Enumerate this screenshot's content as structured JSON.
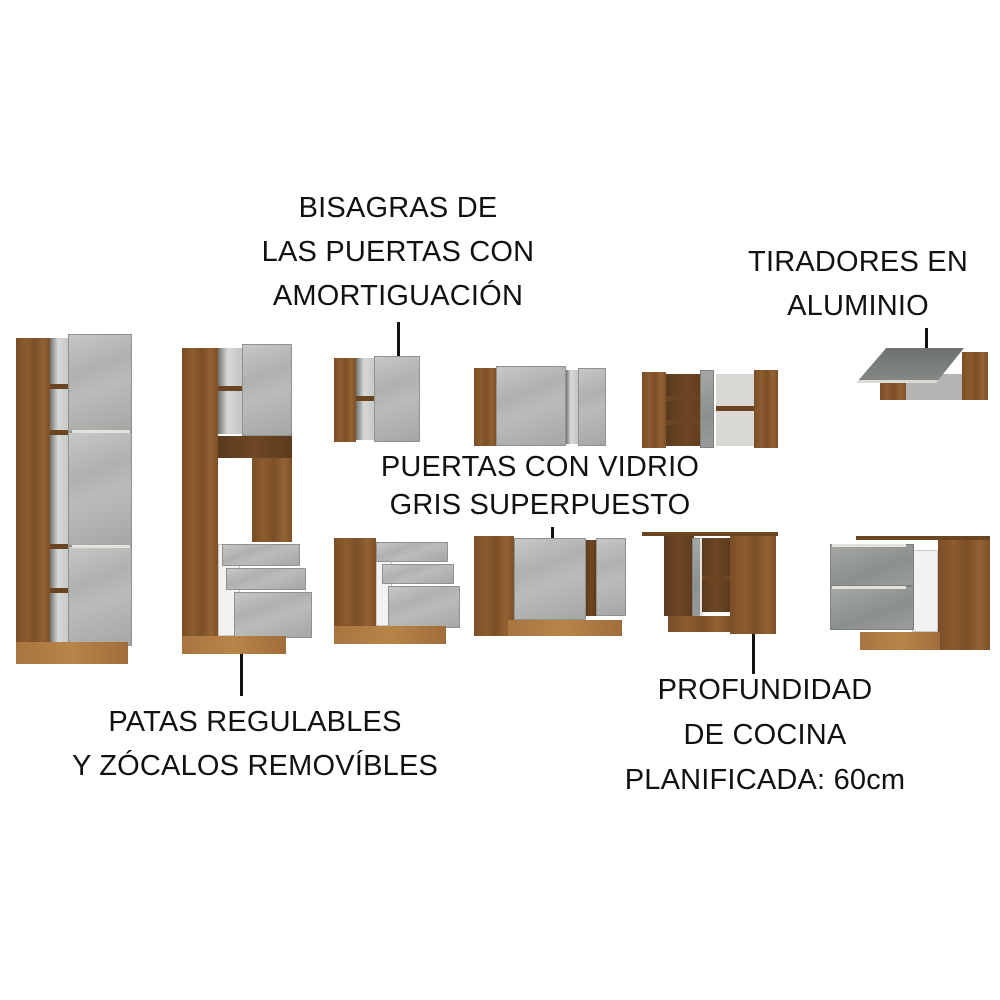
{
  "labels": {
    "hinges": {
      "lines": [
        "BISAGRAS DE",
        "LAS PUERTAS CON",
        "AMORTIGUACIÓN"
      ]
    },
    "handles": {
      "lines": [
        "TIRADORES EN",
        "ALUMINIO"
      ]
    },
    "glass_doors": {
      "lines": [
        "PUERTAS CON VIDRIO",
        "GRIS SUPERPUESTO"
      ]
    },
    "legs": {
      "lines": [
        "PATAS REGULABLES",
        "Y ZÓCALOS REMOVÍBLES"
      ]
    },
    "depth": {
      "lines": [
        "PROFUNDIDAD",
        "DE COCINA",
        "PLANIFICADA: 60cm"
      ]
    }
  },
  "colors": {
    "wood": "#8c5c2f",
    "wood_dark": "#5a3a1e",
    "glass_grey": "#b4b7b4",
    "text": "#111111",
    "background": "#ffffff"
  },
  "modules": [
    {
      "name": "tall-pantry-cabinet",
      "type": "tall",
      "doors": 3
    },
    {
      "name": "tall-oven-cabinet",
      "type": "tall",
      "doors": 1,
      "drawers": 3
    },
    {
      "name": "wall-cabinet-1-door",
      "type": "wall",
      "doors": 1
    },
    {
      "name": "wall-cabinet-2-doors",
      "type": "wall",
      "doors": 2
    },
    {
      "name": "wall-corner-cabinet",
      "type": "wall",
      "doors": 1
    },
    {
      "name": "wall-flip-up-cabinet",
      "type": "wall",
      "doors": 1
    },
    {
      "name": "base-drawer-cabinet",
      "type": "base",
      "drawers": 3
    },
    {
      "name": "base-cabinet-2-doors",
      "type": "base",
      "doors": 2
    },
    {
      "name": "base-corner-cabinet",
      "type": "base",
      "doors": 1
    },
    {
      "name": "base-2-drawer-cabinet",
      "type": "base",
      "drawers": 2
    }
  ]
}
